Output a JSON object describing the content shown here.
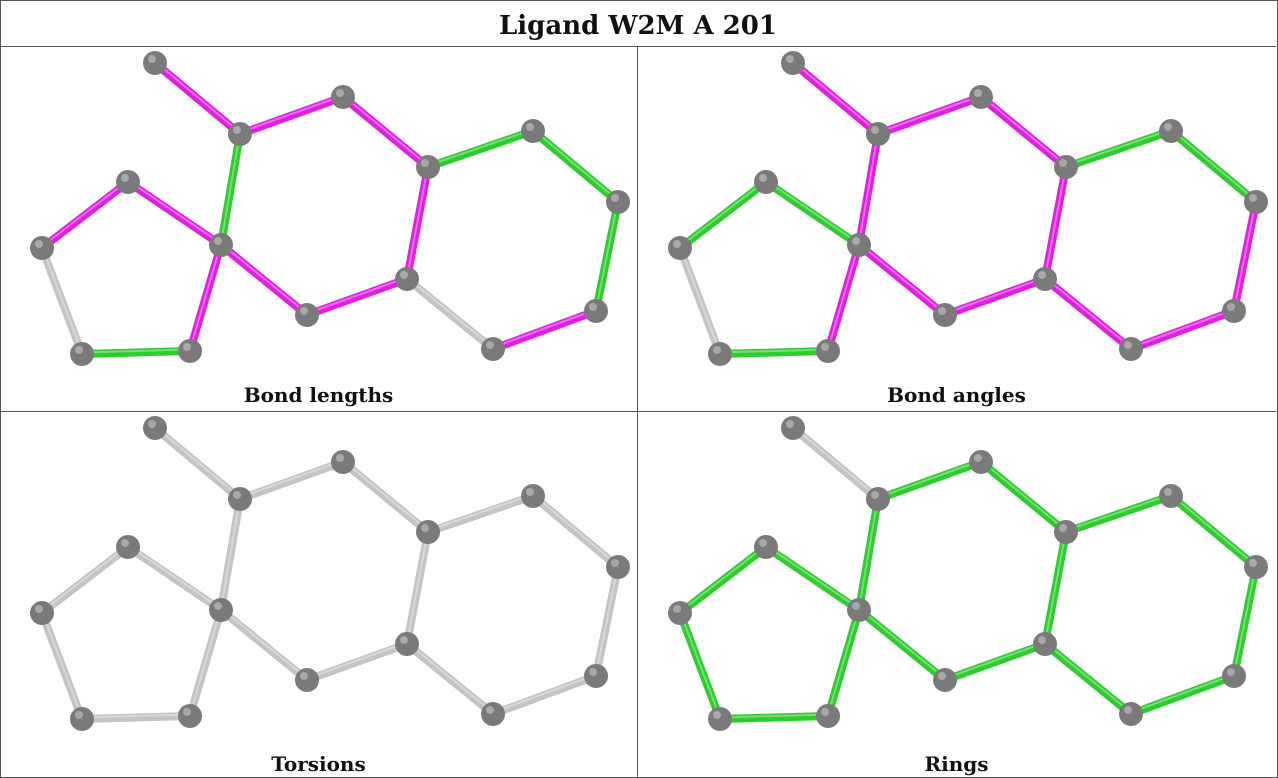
{
  "title": "Ligand W2M A 201",
  "panels": [
    {
      "caption": "Bond lengths",
      "bond_colors": [
        "magenta",
        "magenta",
        "magenta",
        "green",
        "green",
        "green",
        "green",
        "magenta",
        "grey",
        "magenta",
        "magenta",
        "magenta",
        "magenta",
        "magenta",
        "grey",
        "green",
        "magenta"
      ]
    },
    {
      "caption": "Bond angles",
      "bond_colors": [
        "magenta",
        "magenta",
        "magenta",
        "magenta",
        "green",
        "green",
        "magenta",
        "magenta",
        "magenta",
        "magenta",
        "magenta",
        "magenta",
        "green",
        "green",
        "grey",
        "green",
        "magenta"
      ]
    },
    {
      "caption": "Torsions",
      "bond_colors": [
        "grey",
        "grey",
        "grey",
        "grey",
        "grey",
        "grey",
        "grey",
        "grey",
        "grey",
        "grey",
        "grey",
        "grey",
        "grey",
        "grey",
        "grey",
        "grey",
        "grey"
      ]
    },
    {
      "caption": "Rings",
      "bond_colors": [
        "grey",
        "green",
        "green",
        "green",
        "green",
        "green",
        "green",
        "green",
        "green",
        "green",
        "green",
        "green",
        "green",
        "green",
        "green",
        "green",
        "green"
      ]
    }
  ],
  "colors": {
    "magenta": "#e020e0",
    "green": "#2ecc2e",
    "grey": "#c4c4c4",
    "atom": "#7a7a7a"
  }
}
